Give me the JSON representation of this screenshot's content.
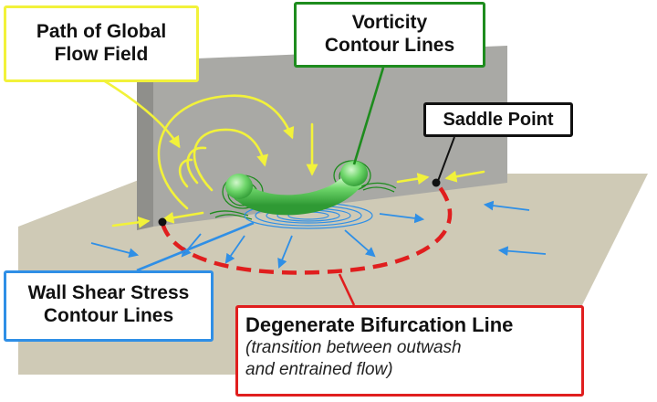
{
  "labels": {
    "path_of_global_flow": [
      "Path of Global",
      "Flow Field"
    ],
    "vorticity_contour": [
      "Vorticity",
      "Contour Lines"
    ],
    "saddle_point": "Saddle Point",
    "wall_shear_stress": [
      "Wall Shear Stress",
      "Contour Lines"
    ],
    "degenerate_bifurcation": {
      "title": "Degenerate Bifurcation Line",
      "subtitle": [
        "(transition between outwash",
        "and entrained flow)"
      ]
    }
  },
  "colors": {
    "path_of_global_flow": "#f2f23a",
    "vorticity_contour": "#1e8c1e",
    "saddle_point": "#111111",
    "wall_shear_stress": "#2f8fe6",
    "degenerate_bifurcation": "#e01e1e",
    "wall": "#a9a9a5",
    "ground": "#cfcab6",
    "vortex_tube": "#6ed66a"
  }
}
